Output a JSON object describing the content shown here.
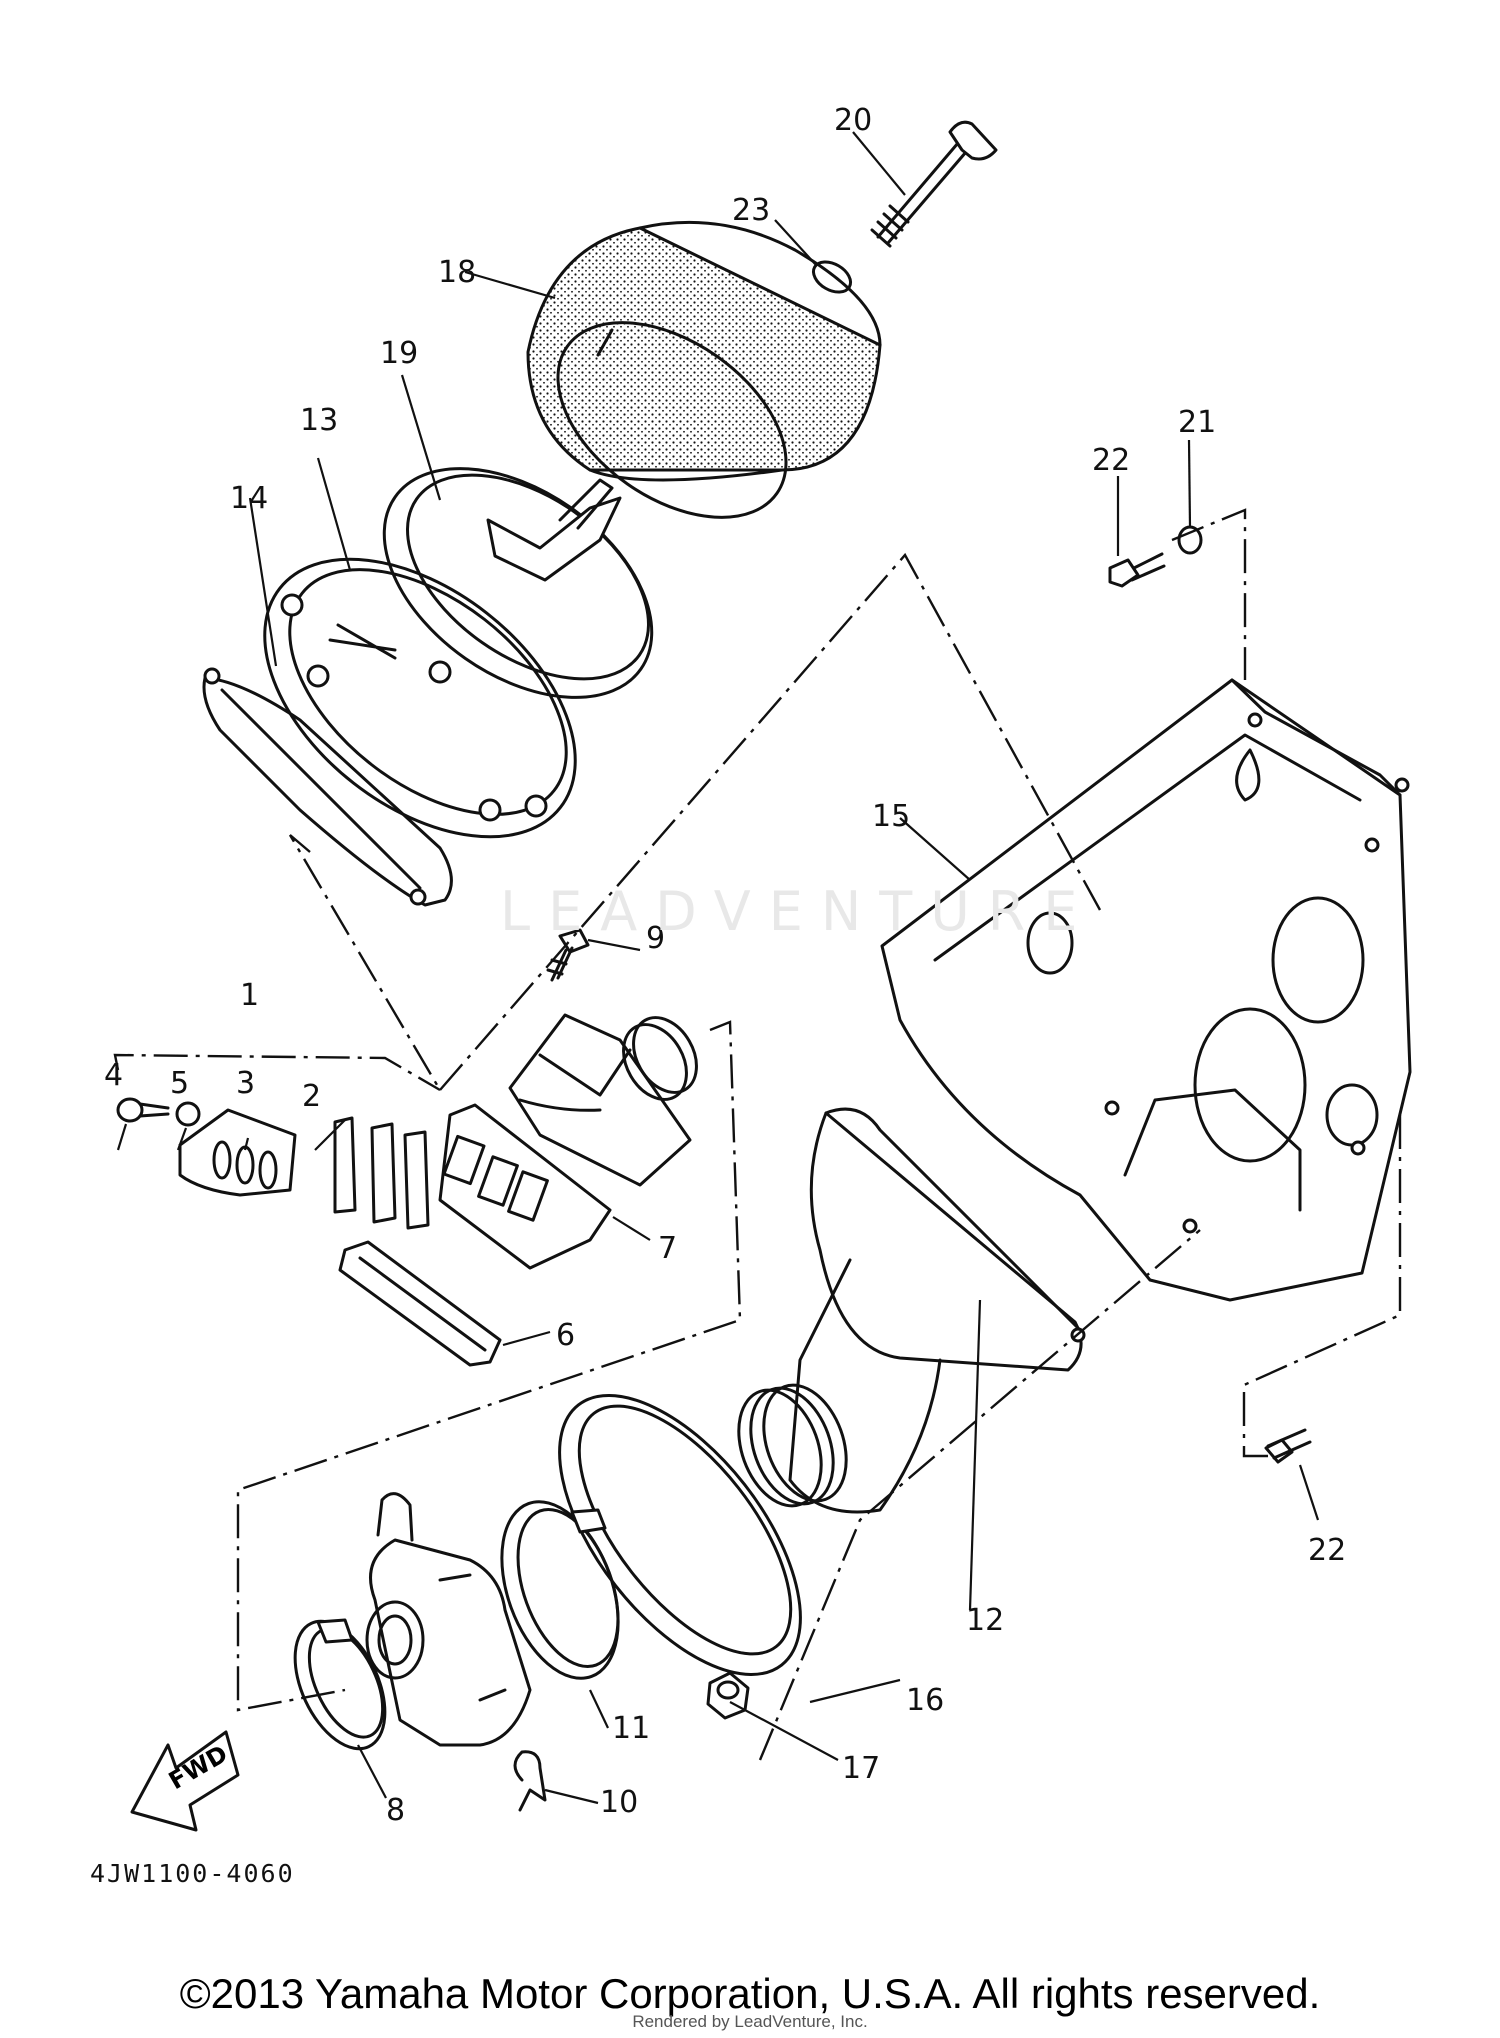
{
  "diagram": {
    "code": "4JW1100-4060",
    "fwd_label": "FWD",
    "callouts": [
      "1",
      "2",
      "3",
      "4",
      "5",
      "6",
      "7",
      "8",
      "9",
      "10",
      "11",
      "12",
      "13",
      "14",
      "15",
      "16",
      "17",
      "18",
      "19",
      "20",
      "21",
      "22",
      "22",
      "23"
    ]
  },
  "footer": {
    "copyright": "©2013 Yamaha Motor Corporation, U.S.A. All rights reserved.",
    "credit": "Rendered by LeadVenture, Inc."
  },
  "watermark": {
    "text": "LEADVENTURE"
  }
}
